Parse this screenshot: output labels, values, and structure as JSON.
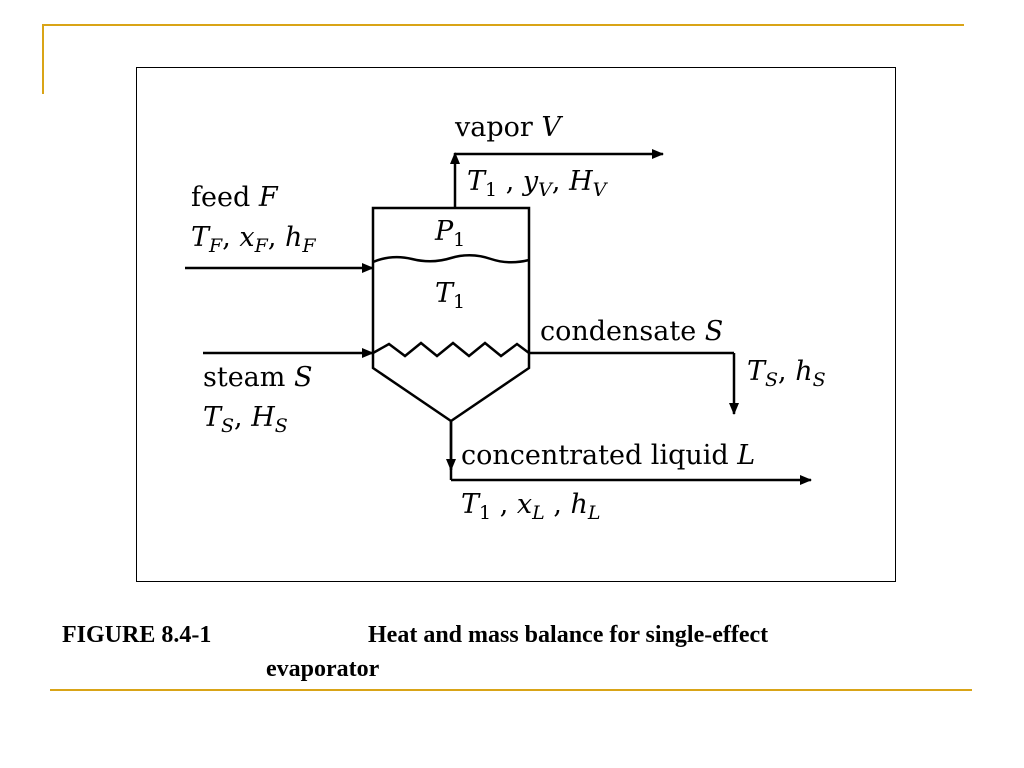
{
  "colors": {
    "accent": "#d9a417",
    "line": "#000000",
    "background": "#ffffff"
  },
  "diagram": {
    "vapor": {
      "label": "vapor",
      "symbol": "V",
      "props": [
        {
          "main": "T",
          "sub": "1"
        },
        {
          "main": "y",
          "sub": "V"
        },
        {
          "main": "H",
          "sub": "V"
        }
      ]
    },
    "feed": {
      "label": "feed",
      "symbol": "F",
      "props": [
        {
          "main": "T",
          "sub": "F"
        },
        {
          "main": "x",
          "sub": "F"
        },
        {
          "main": "h",
          "sub": "F"
        }
      ]
    },
    "vapor_space": {
      "main": "P",
      "sub": "1"
    },
    "liquid": {
      "main": "T",
      "sub": "1"
    },
    "steam": {
      "label": "steam",
      "symbol": "S",
      "props": [
        {
          "main": "T",
          "sub": "S"
        },
        {
          "main": "H",
          "sub": "S"
        }
      ]
    },
    "condensate": {
      "label": "condensate",
      "symbol": "S",
      "props": [
        {
          "main": "T",
          "sub": "S"
        },
        {
          "main": "h",
          "sub": "S"
        }
      ]
    },
    "concentrated": {
      "label": "concentrated liquid",
      "symbol": "L",
      "props": [
        {
          "main": "T",
          "sub": "1"
        },
        {
          "main": "x",
          "sub": "L"
        },
        {
          "main": "h",
          "sub": "L"
        }
      ]
    },
    "separator": ","
  },
  "caption": {
    "label": "FIGURE 8.4-1",
    "text_line1": "Heat and mass balance for single-effect",
    "text_line2": "evaporator"
  }
}
